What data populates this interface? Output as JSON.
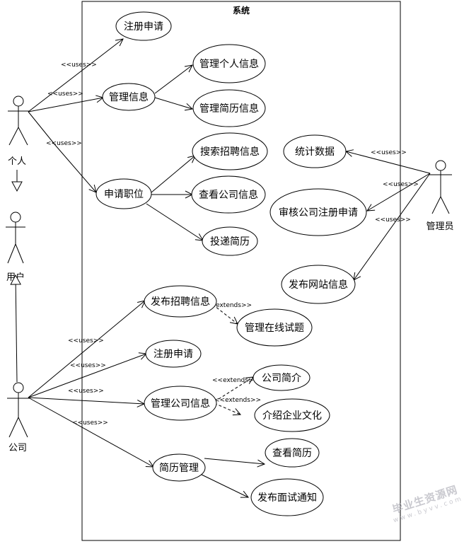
{
  "system": {
    "title": "系统"
  },
  "actors": {
    "individual": "个人",
    "user": "用户",
    "company": "公司",
    "admin": "管理员"
  },
  "use_cases": {
    "register_individual": "注册申请",
    "manage_info": "管理信息",
    "manage_personal_info": "管理个人信息",
    "manage_resume_info": "管理简历信息",
    "apply_position": "申请职位",
    "search_jobs": "搜索招聘信息",
    "view_company_info": "查看公司信息",
    "submit_resume": "投递简历",
    "statistics": "统计数据",
    "review_company_registration": "审核公司注册申请",
    "publish_site_info": "发布网站信息",
    "publish_job_info": "发布招聘信息",
    "manage_online_tests": "管理在线试题",
    "register_company": "注册申请",
    "manage_company_info": "管理公司信息",
    "company_profile": "公司简介",
    "intro_culture": "介绍企业文化",
    "resume_management": "简历管理",
    "view_resume": "查看简历",
    "publish_interview": "发布面试通知"
  },
  "relations": {
    "uses": "<<uses>>",
    "extends": "<<extends>>"
  },
  "watermark": {
    "line1": "毕业生资源网",
    "line2": "www.byvv.com"
  }
}
